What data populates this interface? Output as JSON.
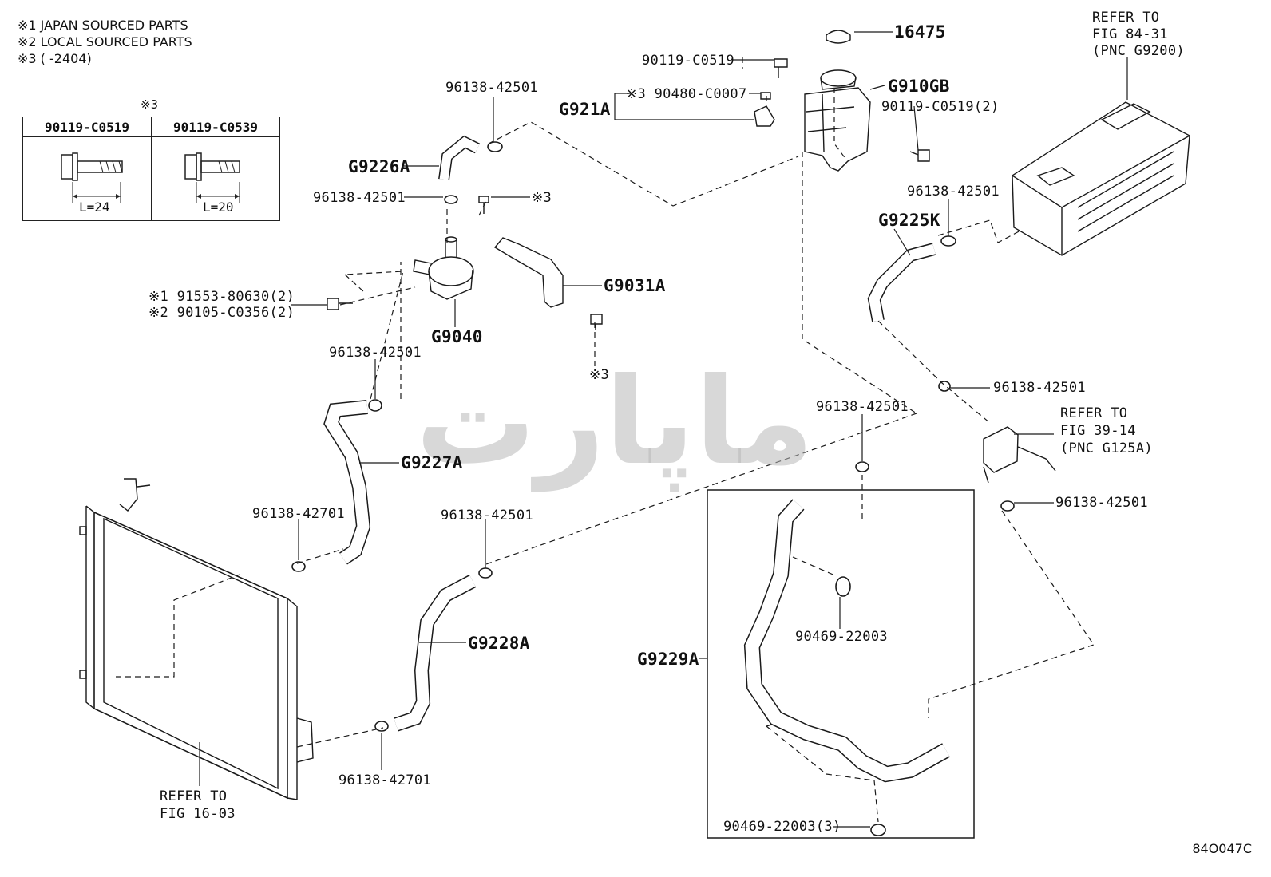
{
  "notes": {
    "n1": "※1 JAPAN SOURCED PARTS",
    "n2": "※2 LOCAL SOURCED PARTS",
    "n3": "※3 (      -2404)"
  },
  "bolt_table": {
    "mark": "※3",
    "col1_part": "90119-C0519",
    "col2_part": "90119-C0539",
    "col1_len": "L=24",
    "col2_len": "L=20"
  },
  "labels": {
    "p16475": "16475",
    "p90119a": "90119-C0519",
    "p90480": "※3 90480-C0007",
    "g921a": "G921A",
    "g910gb": "G910GB",
    "p90119b": "90119-C0519(2)",
    "refer_inverter": [
      "REFER TO",
      "FIG 84-31",
      "(PNC G9200)"
    ],
    "c_top": "96138-42501",
    "g9226a": "G9226A",
    "c_pump": "96138-42501",
    "mark3_a": "※3",
    "mark3_b": "※3",
    "bolt1": "※1 91553-80630(2)",
    "bolt2": "※2 90105-C0356(2)",
    "g9031a": "G9031A",
    "g9040": "G9040",
    "c_left": "96138-42501",
    "g9227a": "G9227A",
    "c_r1": "96138-42701",
    "c_mid": "96138-42501",
    "g9228a": "G9228A",
    "c_r2": "96138-42701",
    "refer_rad": [
      "REFER TO",
      "FIG 16-03"
    ],
    "c_g9225": "96138-42501",
    "g9225k": "G9225K",
    "c_right1": "96138-42501",
    "refer_39": [
      "REFER TO",
      "FIG 39-14",
      "(PNC G125A)"
    ],
    "c_right2": "96138-42501",
    "c_center": "96138-42501",
    "g9229a": "G9229A",
    "p90469a": "90469-22003",
    "p90469b": "90469-22003(3)"
  },
  "watermark": "ماپارت",
  "diagram_code": "84O047C"
}
